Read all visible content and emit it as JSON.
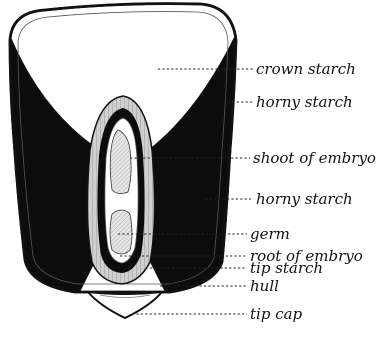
{
  "figure": {
    "labels": [
      {
        "id": "crown-starch",
        "text": "crown starch"
      },
      {
        "id": "horny-starch-upper",
        "text": "horny starch"
      },
      {
        "id": "shoot-of-embryo",
        "text": "shoot of embryo"
      },
      {
        "id": "horny-starch-lower",
        "text": "horny starch"
      },
      {
        "id": "germ",
        "text": "germ"
      },
      {
        "id": "root-of-embryo",
        "text": "root of embryo"
      },
      {
        "id": "tip-starch",
        "text": "tip starch"
      },
      {
        "id": "hull",
        "text": "hull"
      },
      {
        "id": "tip-cap",
        "text": "tip cap"
      }
    ]
  },
  "colors": {
    "ink": "#111111",
    "paper": "#ffffff",
    "germ_fill": "#d9d9d9"
  }
}
